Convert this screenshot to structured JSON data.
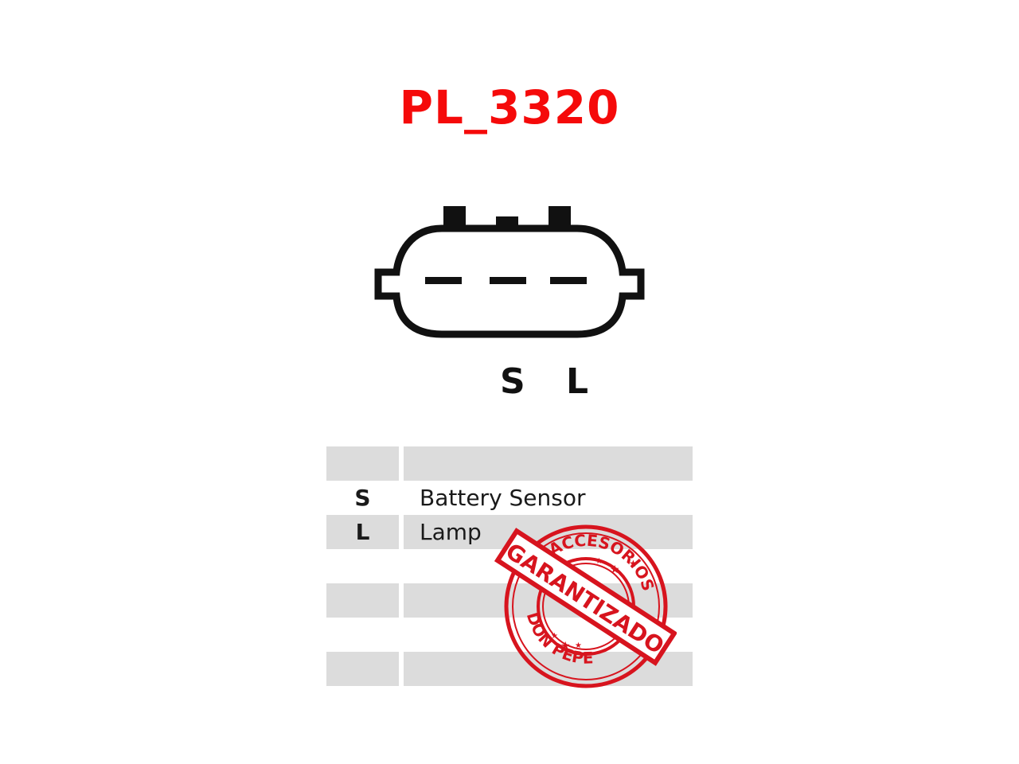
{
  "title": "PL_3320",
  "colors": {
    "title": "#f50a0a",
    "row_shade": "#dcdcdc",
    "stamp": "#d7141e",
    "outline": "#111111"
  },
  "connector": {
    "icon": "three-pin-connector-icon",
    "pins": [
      "S",
      "L"
    ]
  },
  "pin_table": {
    "rows": [
      {
        "pin": "",
        "function": ""
      },
      {
        "pin": "S",
        "function": "Battery Sensor"
      },
      {
        "pin": "L",
        "function": "Lamp"
      },
      {
        "pin": "",
        "function": ""
      },
      {
        "pin": "",
        "function": ""
      },
      {
        "pin": "",
        "function": ""
      },
      {
        "pin": "",
        "function": ""
      }
    ]
  },
  "stamp": {
    "top_text": "ACCESORIOS",
    "banner_text": "GARANTIZADO",
    "bottom_text": "DON PEPE"
  }
}
